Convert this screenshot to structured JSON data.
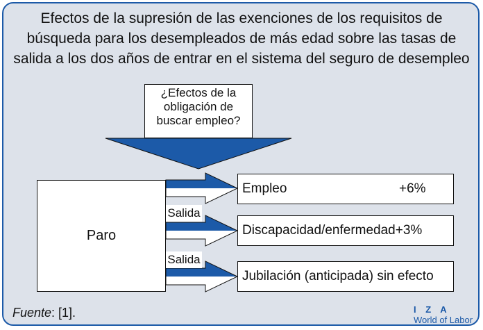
{
  "title": {
    "line1": "Efectos de la supresión de las exenciones de los requisitos de",
    "line2": "búsqueda para los desempleados de más edad sobre las tasas de",
    "line3": "salida a los dos años de entrar en el sistema del seguro de desempleo"
  },
  "question": {
    "line1": "¿Efectos de la",
    "line2": "obligación de",
    "line3": "buscar empleo?"
  },
  "source_box": "Paro",
  "exit_label": "Salida",
  "outcomes": [
    {
      "label": "Empleo",
      "effect": "+6%"
    },
    {
      "label": "Discapacidad/enfermedad",
      "effect": "+3%"
    },
    {
      "label": "Jubilación (anticipada) sin efecto",
      "effect": ""
    }
  ],
  "footer": {
    "source_word": "Fuente",
    "source_ref": ": [1]."
  },
  "logo": {
    "line1": "I Z A",
    "line2": "World of Labor"
  },
  "colors": {
    "accent": "#1c5aa8",
    "panel": "#dde2ea",
    "arrow_fill": "#1c5aa8"
  }
}
